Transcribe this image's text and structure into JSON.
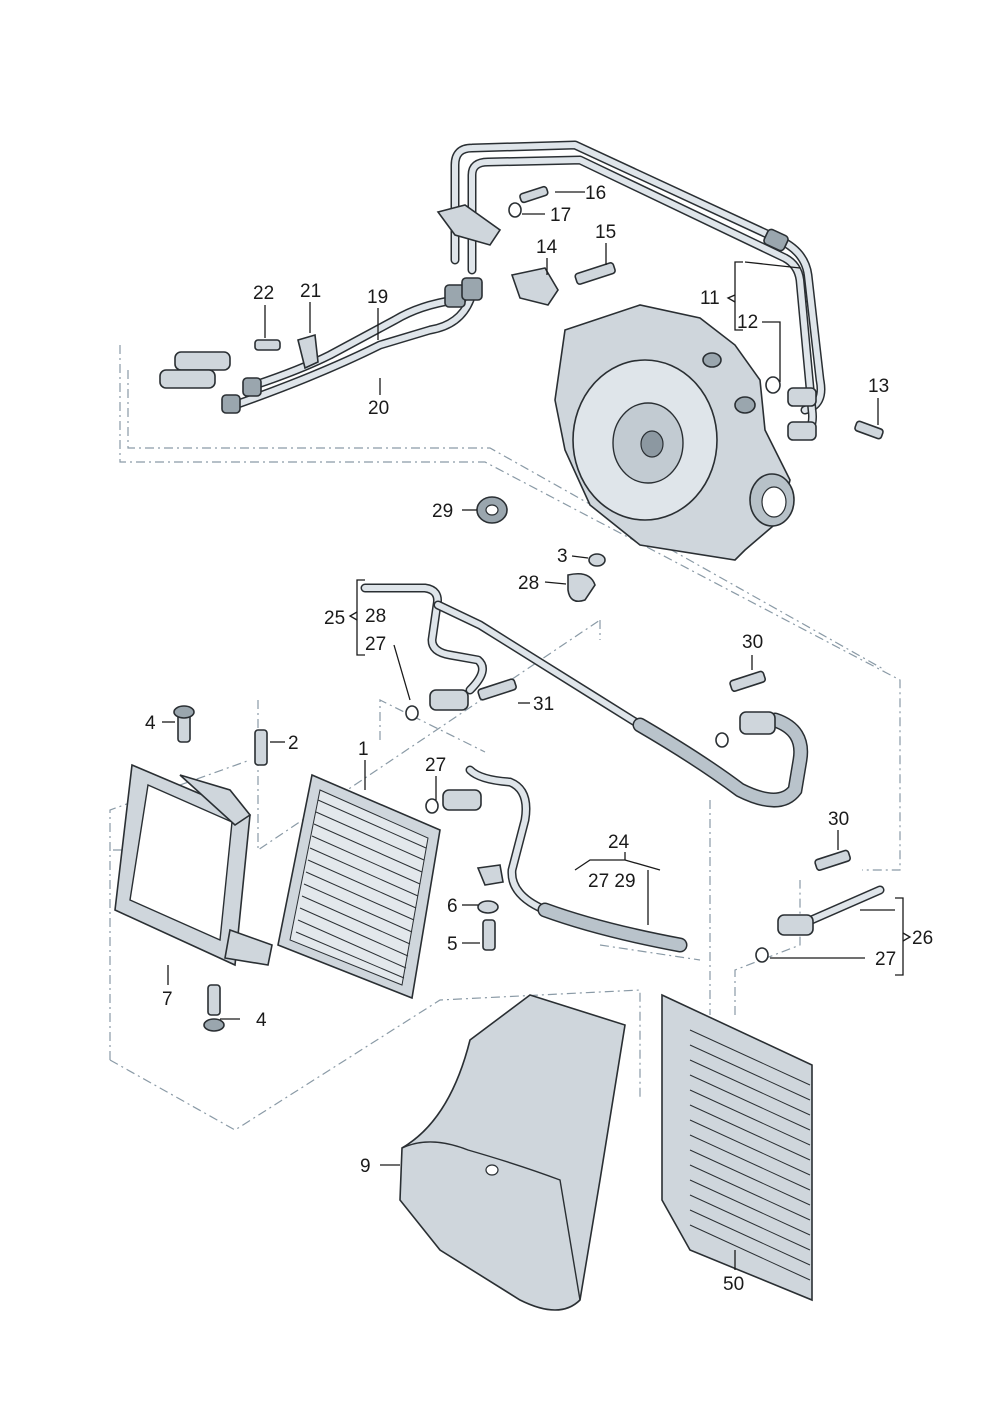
{
  "labels": {
    "p1": "1",
    "p2": "2",
    "p3": "3",
    "p4a": "4",
    "p4b": "4",
    "p5": "5",
    "p6": "6",
    "p7": "7",
    "p9": "9",
    "p11": "11",
    "p12": "12",
    "p13": "13",
    "p14": "14",
    "p15": "15",
    "p16": "16",
    "p17": "17",
    "p19": "19",
    "p20": "20",
    "p21": "21",
    "p22": "22",
    "p24": "24",
    "p24sub": "27 29",
    "p25": "25",
    "p25_28": "28",
    "p25_27": "27",
    "p26": "26",
    "p26_27": "27",
    "p27": "27",
    "p28": "28",
    "p29": "29",
    "p30a": "30",
    "p30b": "30",
    "p31": "31",
    "p50": "50"
  },
  "icons": [
    "transmission-housing",
    "cooler-pipe-pair",
    "pipe-clamp",
    "bracket",
    "bolt",
    "o-ring",
    "nut",
    "grommet",
    "oil-cooler",
    "cooler-bracket",
    "coolant-hose",
    "air-duct",
    "radiator"
  ],
  "colors": {
    "line": "#1a1a1a",
    "dash": "#8a9aa6",
    "metal": "#cfd6dc"
  }
}
